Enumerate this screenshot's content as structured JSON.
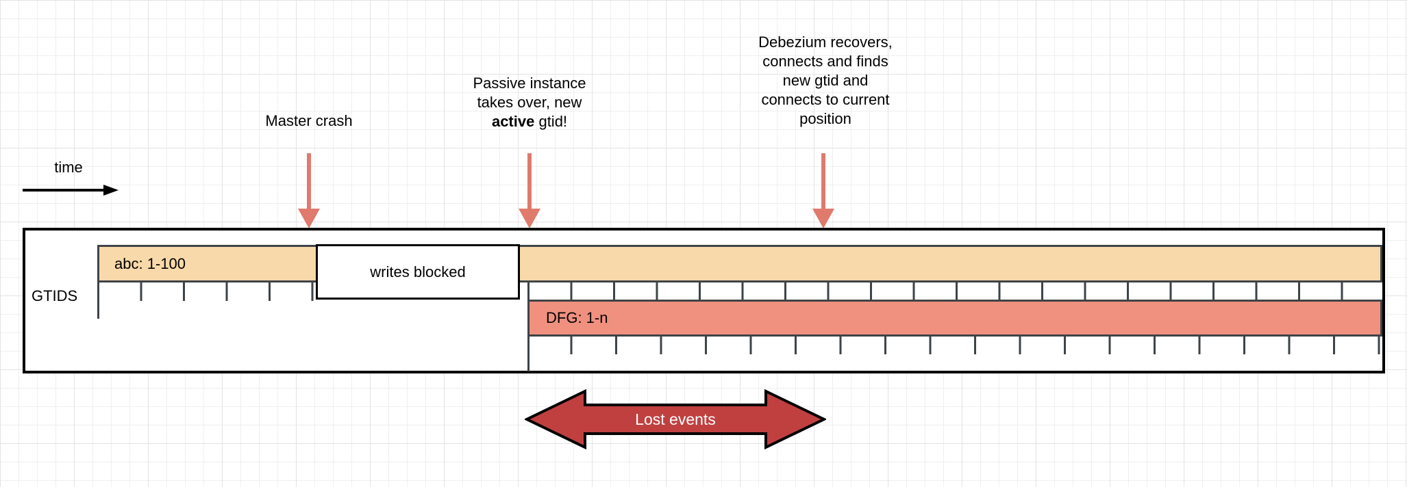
{
  "colors": {
    "band_abc_fill": "#F8D9A9",
    "band_dfg_fill": "#F0907F",
    "shape_border": "#3E4347",
    "marker_arrow": "#DF7A6C",
    "lost_arrow_fill": "#C04040"
  },
  "time_axis": {
    "label": "time"
  },
  "annotations": [
    {
      "id": "master-crash",
      "lines": [
        [
          {
            "text": "Master crash"
          }
        ]
      ]
    },
    {
      "id": "passive-takeover",
      "lines": [
        [
          {
            "text": "Passive instance"
          }
        ],
        [
          {
            "text": "takes over, new"
          }
        ],
        [
          {
            "text": "active",
            "bold": true
          },
          {
            "text": " gtid!"
          }
        ]
      ]
    },
    {
      "id": "debezium-recovers",
      "lines": [
        [
          {
            "text": "Debezium recovers,"
          }
        ],
        [
          {
            "text": "connects and finds"
          }
        ],
        [
          {
            "text": "new gtid and"
          }
        ],
        [
          {
            "text": "connects to current"
          }
        ],
        [
          {
            "text": "position"
          }
        ]
      ]
    }
  ],
  "gtids": {
    "label": "GTIDS",
    "band_abc": {
      "label": "abc: 1-100"
    },
    "writes_blocked": {
      "label": "writes blocked"
    },
    "band_dfg": {
      "label": "DFG: 1-n"
    }
  },
  "lost_events": {
    "label": "Lost events"
  }
}
